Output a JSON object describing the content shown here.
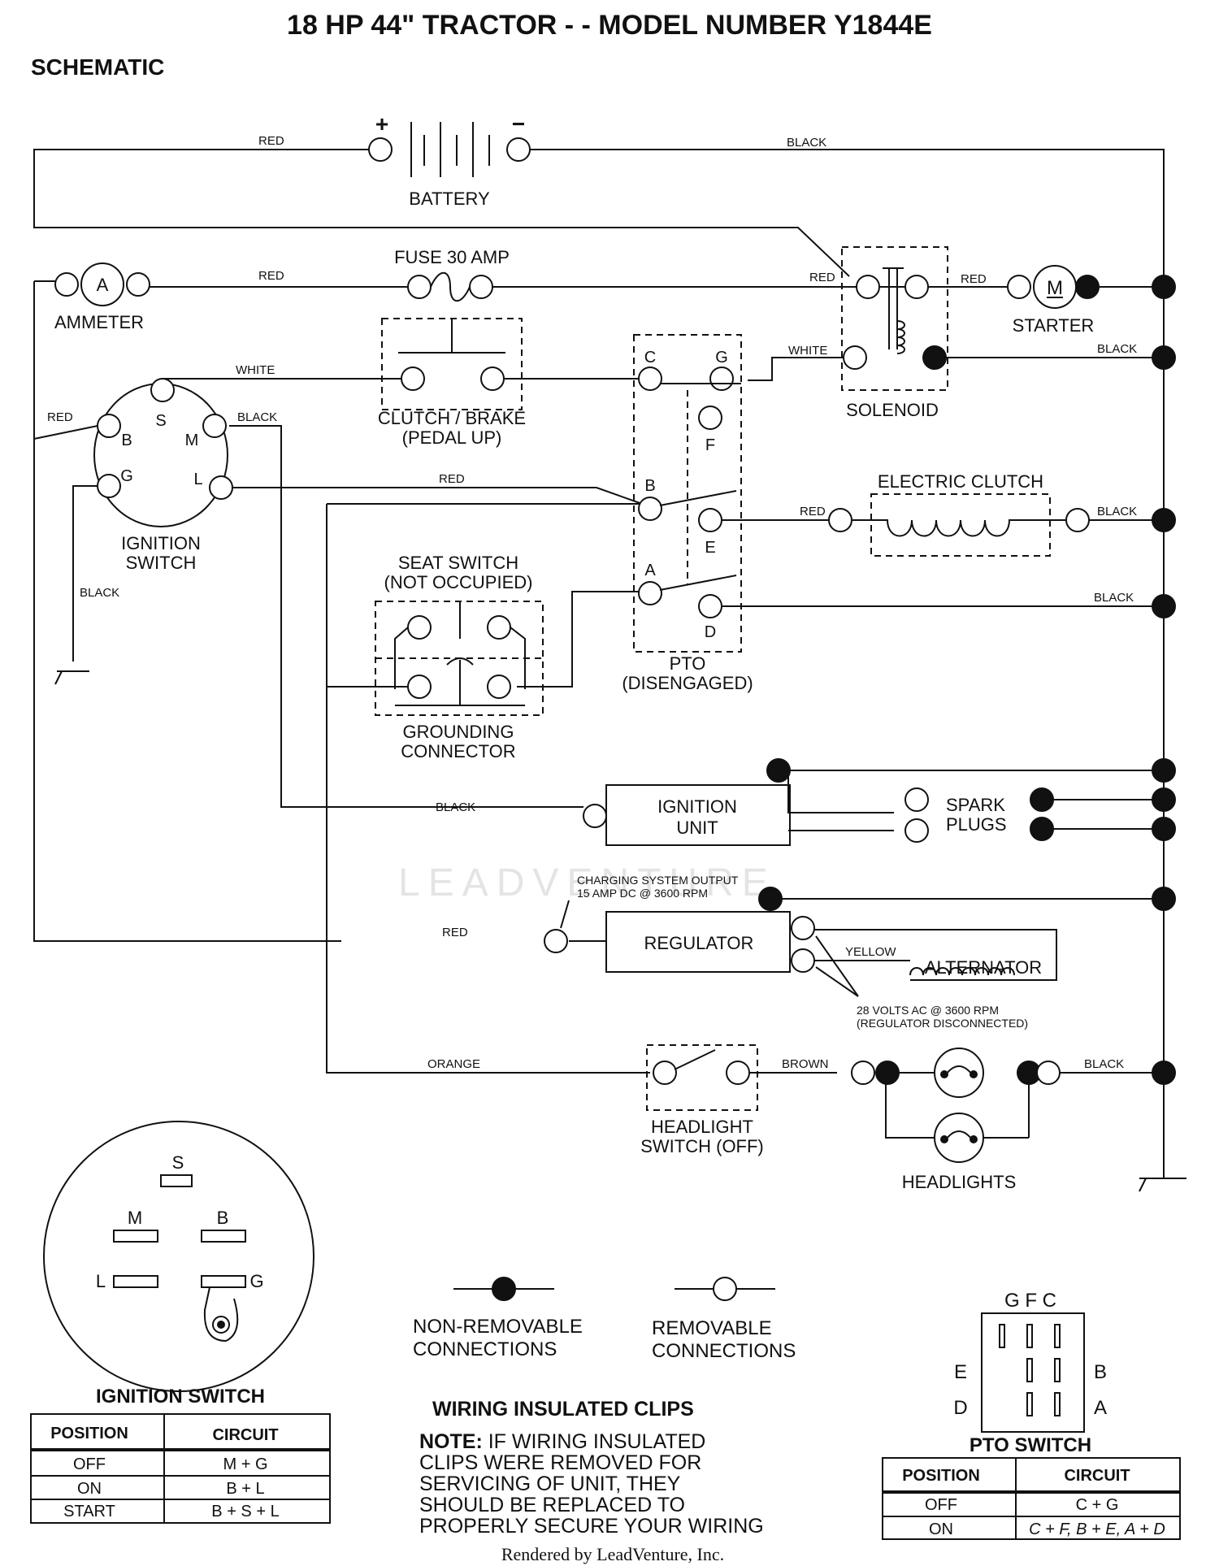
{
  "header": {
    "title": "18 HP 44\" TRACTOR - - MODEL NUMBER Y1844E",
    "subtitle": "SCHEMATIC"
  },
  "components": {
    "battery": "BATTERY",
    "battery_plus": "+",
    "battery_minus": "−",
    "fuse": "FUSE 30 AMP",
    "ammeter": "AMMETER",
    "ammeter_symbol": "A",
    "solenoid": "SOLENOID",
    "starter": "STARTER",
    "starter_symbol": "M",
    "clutch_brake_1": "CLUTCH / BRAKE",
    "clutch_brake_2": "(PEDAL UP)",
    "ignition_switch_1": "IGNITION",
    "ignition_switch_2": "SWITCH",
    "electric_clutch": "ELECTRIC CLUTCH",
    "seat_switch_1": "SEAT SWITCH",
    "seat_switch_2": "(NOT OCCUPIED)",
    "grounding_1": "GROUNDING",
    "grounding_2": "CONNECTOR",
    "pto_1": "PTO",
    "pto_2": "(DISENGAGED)",
    "ignition_unit_1": "IGNITION",
    "ignition_unit_2": "UNIT",
    "spark_plugs_1": "SPARK",
    "spark_plugs_2": "PLUGS",
    "regulator": "REGULATOR",
    "alternator": "ALTERNATOR",
    "charging_1": "CHARGING SYSTEM OUTPUT",
    "charging_2": "15 AMP DC @ 3600 RPM",
    "volts_1": "28 VOLTS AC @ 3600 RPM",
    "volts_2": "(REGULATOR DISCONNECTED)",
    "headlight_switch_1": "HEADLIGHT",
    "headlight_switch_2": "SWITCH (OFF)",
    "headlights": "HEADLIGHTS"
  },
  "terminals": {
    "S": "S",
    "B": "B",
    "M": "M",
    "G": "G",
    "L": "L",
    "pto_C": "C",
    "pto_G": "G",
    "pto_F": "F",
    "pto_B": "B",
    "pto_E": "E",
    "pto_A": "A",
    "pto_D": "D"
  },
  "wires": {
    "red": "RED",
    "black": "BLACK",
    "white": "WHITE",
    "yellow": "YELLOW",
    "orange": "ORANGE",
    "brown": "BROWN"
  },
  "legend": {
    "non_removable_1": "NON-REMOVABLE",
    "non_removable_2": "CONNECTIONS",
    "removable_1": "REMOVABLE",
    "removable_2": "CONNECTIONS"
  },
  "ignition_switch_table": {
    "title": "IGNITION SWITCH",
    "headers": [
      "POSITION",
      "CIRCUIT"
    ],
    "rows": [
      [
        "OFF",
        "M + G"
      ],
      [
        "ON",
        "B + L"
      ],
      [
        "START",
        "B + S + L"
      ]
    ]
  },
  "clips_note": {
    "title": "WIRING INSULATED CLIPS",
    "note_label": "NOTE:",
    "lines": [
      " IF WIRING INSULATED",
      "CLIPS WERE REMOVED FOR",
      "SERVICING OF UNIT, THEY",
      "SHOULD BE REPLACED TO",
      "PROPERLY SECURE YOUR WIRING"
    ]
  },
  "pto_switch_table": {
    "title": "PTO SWITCH",
    "top_letters": "G F C",
    "left_letters": [
      "E",
      "D"
    ],
    "right_letters": [
      "B",
      "A"
    ],
    "headers": [
      "POSITION",
      "CIRCUIT"
    ],
    "rows": [
      [
        "OFF",
        "C + G"
      ],
      [
        "ON",
        "C + F, B + E, A + D"
      ]
    ]
  },
  "watermark": "LEADVENTURE",
  "footer": "Rendered by LeadVenture, Inc."
}
